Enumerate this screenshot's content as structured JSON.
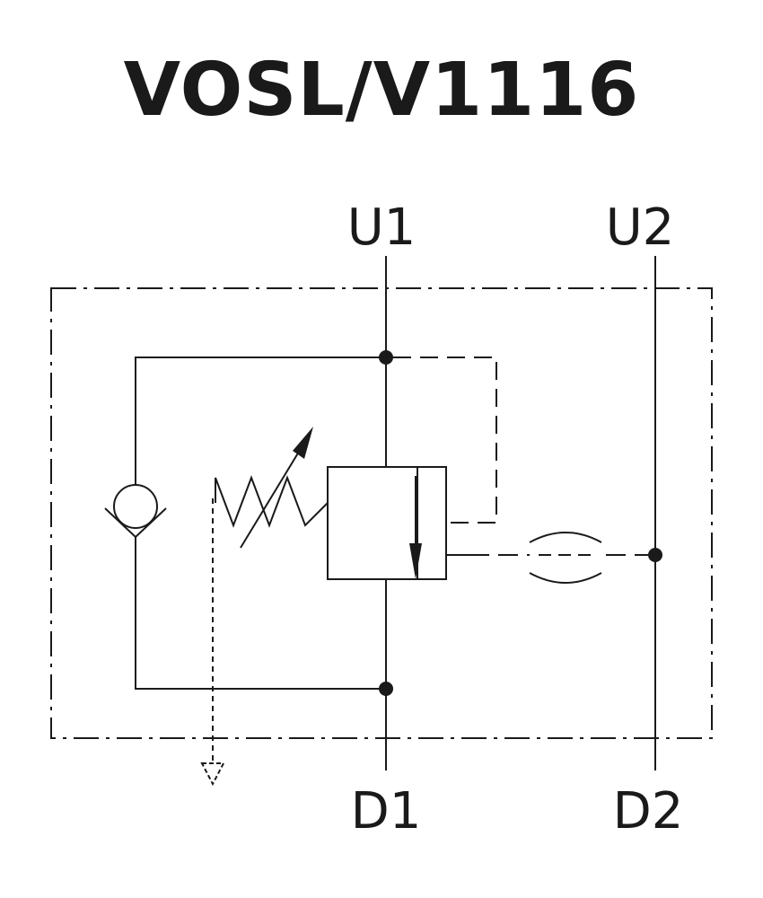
{
  "title": "VOSL/V1116",
  "ports": {
    "u1": "U1",
    "u2": "U2",
    "d1": "D1",
    "d2": "D2"
  },
  "colors": {
    "line": "#1a1a1a",
    "background": "#ffffff"
  }
}
